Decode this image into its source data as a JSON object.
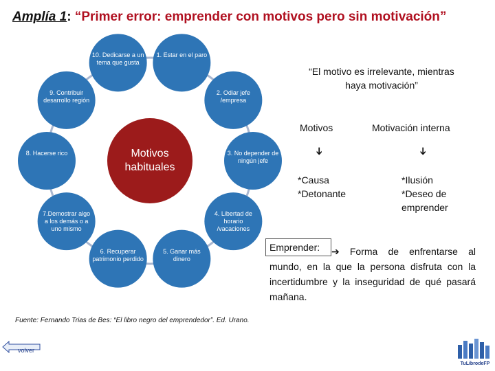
{
  "title": {
    "lead": "Amplía 1",
    "colon": ":",
    "quote": "“Primer error: emprender con motivos pero sin motivación”"
  },
  "diagram": {
    "center": "Motivos habituales",
    "nodes": [
      "1. Estar en el paro",
      "2. Odiar jefe /empresa",
      "3. No depender de ningún jefe",
      "4. Libertad de horario /vacaciones",
      "5. Ganar más dinero",
      "6. Recuperar patrimonio perdido",
      "7.Demostrar algo a los demás o a uno mismo",
      "8. Hacerse rico",
      "9. Contribuir desarrollo región",
      "10. Dedicarse a un tema que gusta"
    ],
    "colors": {
      "center": "#9c1b1b",
      "nodes": "#2e75b6",
      "links": "#a9b7d0"
    }
  },
  "right": {
    "quote": "“El motivo es irrelevante, mientras haya motivación”",
    "col1": {
      "head": "Motivos",
      "arrow": "➔",
      "items": [
        "*Causa",
        "*Detonante"
      ]
    },
    "col2": {
      "head": "Motivación interna",
      "arrow": "➔",
      "items": [
        "*Ilusión",
        "*Deseo de emprender"
      ]
    },
    "definition_label": "Emprender:",
    "definition_text": "➔ Forma de enfrentarse al mundo, en la que la persona disfruta con la incertidumbre y la inseguridad de qué pasará mañana."
  },
  "source": "Fuente: Fernando Trias de Bes: “El libro negro del emprendedor”. Ed. Urano.",
  "back_button": "volver",
  "logo_text": "TuLibrodeFP"
}
